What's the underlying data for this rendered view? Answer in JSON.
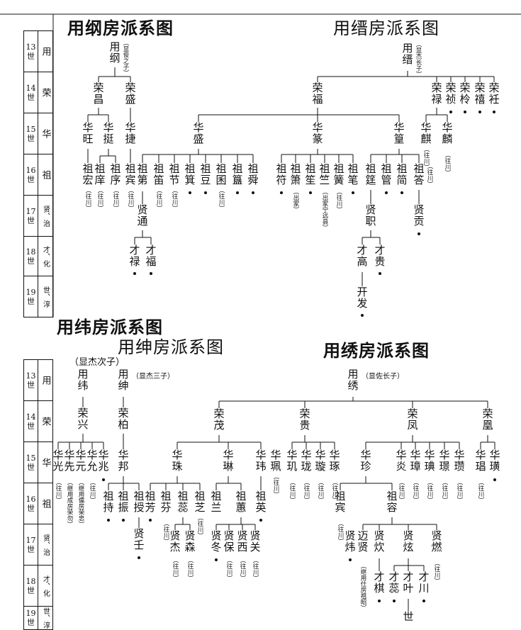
{
  "titles": {
    "yonggang": "用纲房派系图",
    "yongjin": "用缙房派系图",
    "yongwei": "用纬房派系图",
    "yongshen": "用绅房派系图",
    "yongxiu": "用绣房派系图"
  },
  "generations": [
    {
      "num": "13",
      "shi": "世",
      "name": "用"
    },
    {
      "num": "14",
      "shi": "世",
      "name": "荣"
    },
    {
      "num": "15",
      "shi": "世",
      "name": "华"
    },
    {
      "num": "16",
      "shi": "世",
      "name": "祖"
    },
    {
      "num": "17",
      "shi": "世",
      "name": "贤、治"
    },
    {
      "num": "18",
      "shi": "世",
      "name": "才、化"
    },
    {
      "num": "19",
      "shi": "世",
      "name": "世、淳"
    }
  ],
  "notes": {
    "gang_parent": "（显俊之子）",
    "jin_parent": "（显杰长子）",
    "wei_parent": "（显杰次子）",
    "shen_parent": "（显杰三子）",
    "xiu_parent": "（显佐长子）",
    "wangchuan": "（往川）",
    "chujia": "（出家）",
    "ningyuan": "（出家宁远县）",
    "ru_rong": "（继用成房荣勿）",
    "ru_zhong": "（继用儒房荣忠）",
    "ru_shi": "（继用仕房祖昭）"
  },
  "names": {
    "yonggang": "用纲",
    "ronchang": "荣昌",
    "rongsheng": "荣盛",
    "huawang": "华旺",
    "huating": "华挺",
    "huajie": "华捷",
    "zuhong": "祖宏",
    "zuxiang": "祖庠",
    "zuxu": "祖序",
    "zubin": "祖宾",
    "xiantong": "贤通",
    "cailu": "才禄",
    "caifu": "才福",
    "yongjin": "用缙",
    "rongfu": "荣福",
    "ronglu": "荣禄",
    "rongzhen": "荣祯",
    "rongling": "荣柃",
    "rongxi": "荣禧",
    "rongren": "荣衽",
    "huasheng": "华盛",
    "huazhuan": "华篆",
    "huahuang": "华篁",
    "huaqi": "华麒",
    "hualin": "华麟",
    "zudi": "祖第",
    "zudi2": "祖笛",
    "zujie": "祖节",
    "zuji": "祖箕",
    "zudou": "祖豆",
    "zujun": "祖囷",
    "zuyu": "祖簋",
    "zushun": "祖舜",
    "zufu": "祖符",
    "zuxiao": "祖箫",
    "zusheng": "祖笙",
    "zuzhu": "祖竺",
    "zuhuang": "祖簧",
    "zubi": "祖笔",
    "zuting": "祖筳",
    "zuguan": "祖管",
    "zujian": "祖简",
    "zuda": "祖答",
    "xianzhi": "贤职",
    "xiangong": "贤贡",
    "caigao": "才高",
    "caigui": "才贵",
    "kaifa": "开发",
    "yongwei": "用纬",
    "rongxing": "荣兴",
    "huaguang": "华光",
    "huaxian": "华先",
    "huayuan": "华元",
    "huayun": "华允",
    "huazhao": "华兆",
    "yongshen": "用绅",
    "rongbo": "荣柏",
    "huabang": "华邦",
    "zuchi": "祖持",
    "zuzhen": "祖振",
    "zushou": "祖授",
    "xianren": "贤壬",
    "yongxiu": "用绣",
    "rongmao": "荣茂",
    "ronggui": "荣贵",
    "rongfeng": "荣凤",
    "ronghuang": "荣凰",
    "huazhu": "华珠",
    "hualin2": "华琳",
    "huawei": "华玮",
    "huapei": "华珮",
    "huagong": "华玑",
    "hualong": "华珑",
    "huaxuan": "华璇",
    "huazhuo": "华琢",
    "huazhen": "华珍",
    "huayan": "华炎",
    "huazhang": "华璋",
    "huadian": "华琠",
    "huajing": "华璟",
    "huazan": "华瓒",
    "huachang": "华琩",
    "huahuang2": "华璜",
    "zufang": "祖芳",
    "zufen": "祖芬",
    "zurui": "祖蕊",
    "zuzhi": "祖芝",
    "zulan": "祖兰",
    "zuhui": "祖蕙",
    "zuying": "祖英",
    "zubin2": "祖宾",
    "zurong": "祖容",
    "xianjie": "贤杰",
    "xiansen": "贤森",
    "xiandong": "贤冬",
    "xianbao": "贤保",
    "xianxi": "贤西",
    "xianguan": "贤关",
    "xianwei": "贤炜",
    "xianxian": "迈贤",
    "xianhuan": "贤炊",
    "xianxuan": "贤炫",
    "xianran": "贤燃",
    "caiqi": "才棋",
    "cairui": "才蕊",
    "caiye": "才叶",
    "caichuan": "才川",
    "shi_last": "世"
  }
}
